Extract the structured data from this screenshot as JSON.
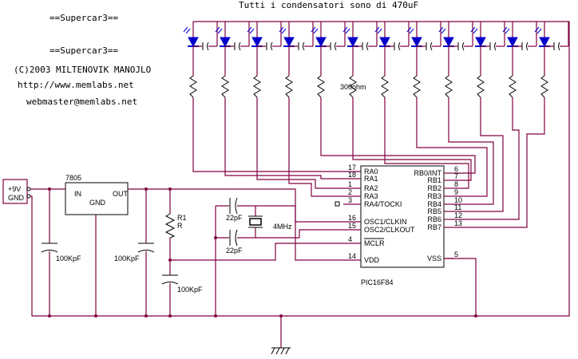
{
  "header_lines": [
    "==Supercar3==",
    "==Supercar3==",
    "(C)2003 MILTENOVIK MANOJLO",
    "http://www.memlabs.net",
    "webmaster@memlabs.net"
  ],
  "caption_top": "Tutti i condensatori sono di 470uF",
  "resistor_label": "300ohm",
  "power": {
    "plus": "+9V",
    "gnd": "GND"
  },
  "regulator": {
    "name": "7805",
    "in": "IN",
    "gnd": "GND",
    "out": "OUT"
  },
  "caps": {
    "c1": "100KpF",
    "c2": "100KpF",
    "c3": "100KpF",
    "x1": "22pF",
    "x2": "22pF"
  },
  "resistor_r1": {
    "name": "R1",
    "value": "R"
  },
  "crystal": "4MHz",
  "chip": {
    "name": "PIC16F84",
    "left_pins": [
      {
        "num": "17",
        "name": "RA0"
      },
      {
        "num": "18",
        "name": "RA1"
      },
      {
        "num": "1",
        "name": "RA2"
      },
      {
        "num": "2",
        "name": "RA3"
      },
      {
        "num": "3",
        "name": "RA4/TOCKI"
      },
      {
        "num": "16",
        "name": "OSC1/CLKIN"
      },
      {
        "num": "15",
        "name": "OSC2/CLKOUT"
      },
      {
        "num": "4",
        "name": "MCLR"
      },
      {
        "num": "14",
        "name": "VDD"
      }
    ],
    "right_pins": [
      {
        "num": "6",
        "name": "RB0/INT"
      },
      {
        "num": "7",
        "name": "RB1"
      },
      {
        "num": "8",
        "name": "RB2"
      },
      {
        "num": "9",
        "name": "RB3"
      },
      {
        "num": "10",
        "name": "RB4"
      },
      {
        "num": "11",
        "name": "RB5"
      },
      {
        "num": "12",
        "name": "RB6"
      },
      {
        "num": "13",
        "name": "RB7"
      },
      {
        "num": "5",
        "name": "VSS"
      }
    ]
  }
}
